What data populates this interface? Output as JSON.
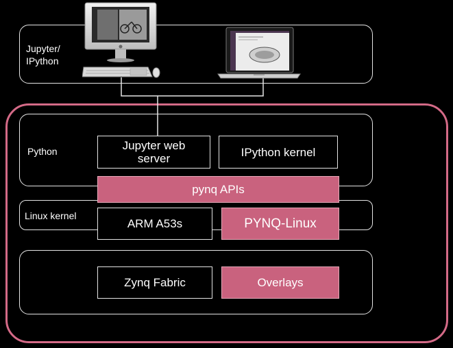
{
  "client_layer": {
    "label": "Jupyter/\nIPython"
  },
  "python_layer": {
    "label": "Python"
  },
  "linux_layer": {
    "label": "Linux kernel"
  },
  "boxes": {
    "jupyter_server": "Jupyter web\nserver",
    "ipython_kernel": "IPython kernel",
    "pynq_apis": "pynq APIs",
    "arm": "ARM A53s",
    "pynq_linux": "PYNQ-Linux",
    "zynq_fabric": "Zynq Fabric",
    "overlays": "Overlays"
  },
  "colors": {
    "accent": "#c9627e",
    "frame": "#d46a87",
    "line": "#e6e6e6"
  },
  "icons": [
    "desktop-computer-icon",
    "laptop-icon"
  ]
}
